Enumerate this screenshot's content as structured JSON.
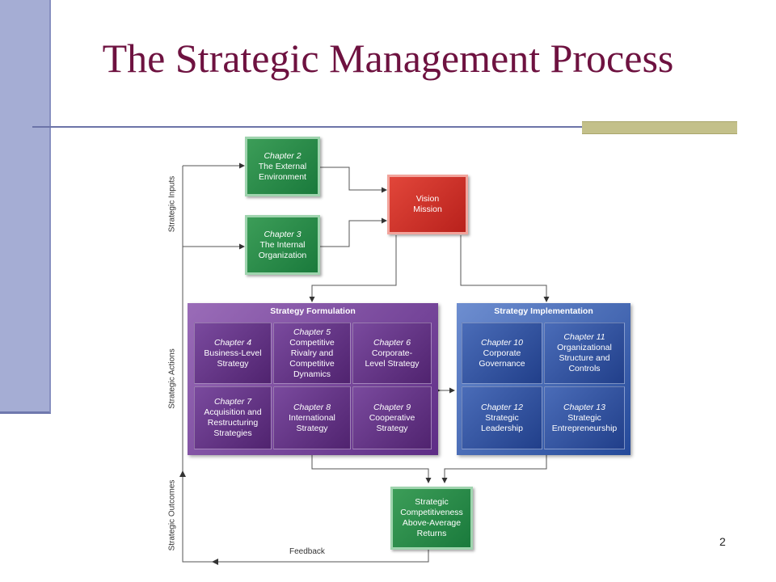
{
  "slide": {
    "title": "The Strategic Management Process",
    "page_number": "2"
  },
  "diagram": {
    "side_labels": {
      "inputs": "Strategic Inputs",
      "actions": "Strategic Actions",
      "outcomes": "Strategic Outcomes"
    },
    "external": {
      "chapter": "Chapter 2",
      "line1": "The External",
      "line2": "Environment"
    },
    "internal": {
      "chapter": "Chapter 3",
      "line1": "The Internal",
      "line2": "Organization"
    },
    "vision": {
      "line1": "Vision",
      "line2": "Mission"
    },
    "formulation": {
      "title": "Strategy Formulation",
      "cells": [
        {
          "chapter": "Chapter 4",
          "lines": [
            "Business-Level",
            "Strategy"
          ]
        },
        {
          "chapter": "Chapter 5",
          "lines": [
            "Competitive",
            "Rivalry and",
            "Competitive",
            "Dynamics"
          ]
        },
        {
          "chapter": "Chapter 6",
          "lines": [
            "Corporate-",
            "Level Strategy"
          ]
        },
        {
          "chapter": "Chapter 7",
          "lines": [
            "Acquisition and",
            "Restructuring",
            "Strategies"
          ]
        },
        {
          "chapter": "Chapter 8",
          "lines": [
            "International",
            "Strategy"
          ]
        },
        {
          "chapter": "Chapter 9",
          "lines": [
            "Cooperative",
            "Strategy"
          ]
        }
      ]
    },
    "implementation": {
      "title": "Strategy Implementation",
      "cells": [
        {
          "chapter": "Chapter 10",
          "lines": [
            "Corporate",
            "Governance"
          ]
        },
        {
          "chapter": "Chapter 11",
          "lines": [
            "Organizational",
            "Structure and",
            "Controls"
          ]
        },
        {
          "chapter": "Chapter 12",
          "lines": [
            "Strategic",
            "Leadership"
          ]
        },
        {
          "chapter": "Chapter 13",
          "lines": [
            "Strategic",
            "Entrepreneurship"
          ]
        }
      ]
    },
    "outcome": {
      "lines": [
        "Strategic",
        "Competitiveness",
        "Above-Average",
        "Returns"
      ]
    },
    "feedback_label": "Feedback"
  }
}
